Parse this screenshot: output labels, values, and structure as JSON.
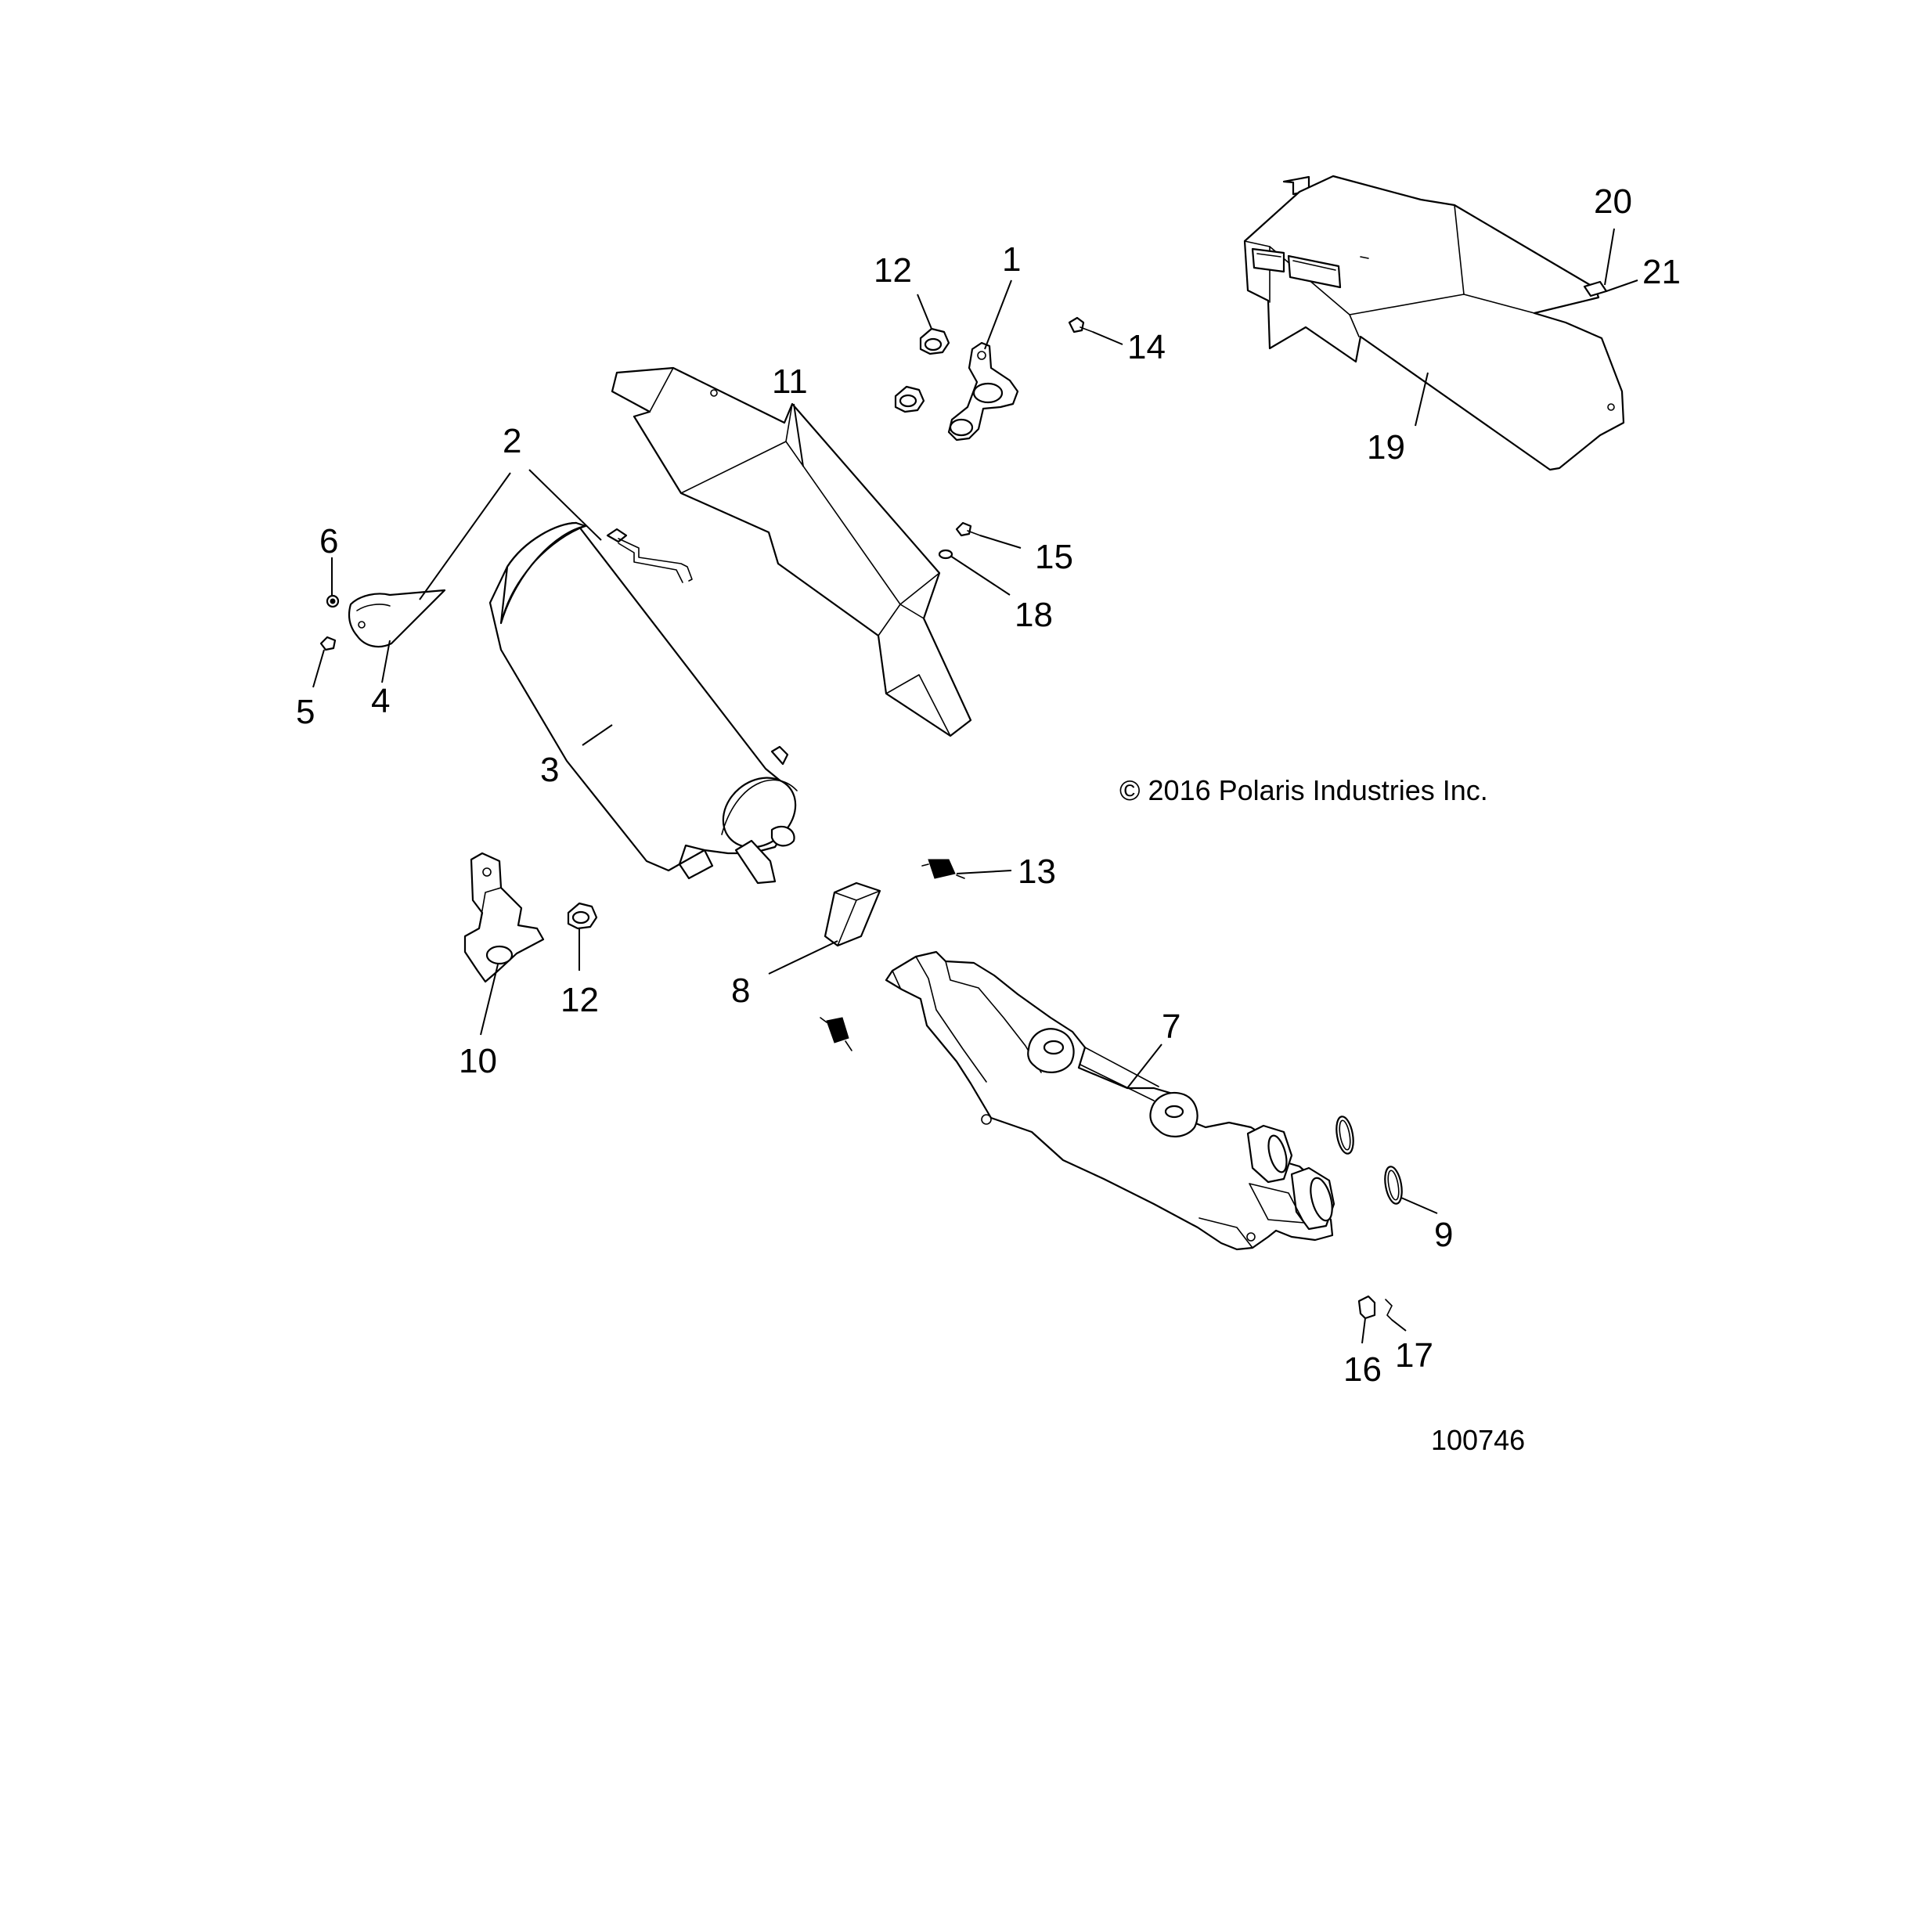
{
  "diagram": {
    "copyright": "© 2016 Polaris Industries Inc.",
    "doc_number": "100746",
    "callouts": {
      "c1": "1",
      "c2": "2",
      "c3": "3",
      "c4": "4",
      "c5": "5",
      "c6": "6",
      "c7": "7",
      "c8": "8",
      "c9": "9",
      "c10": "10",
      "c11": "11",
      "c12a": "12",
      "c12b": "12",
      "c13": "13",
      "c14": "14",
      "c15": "15",
      "c16": "16",
      "c17": "17",
      "c18": "18",
      "c19": "19",
      "c20": "20",
      "c21": "21"
    }
  }
}
